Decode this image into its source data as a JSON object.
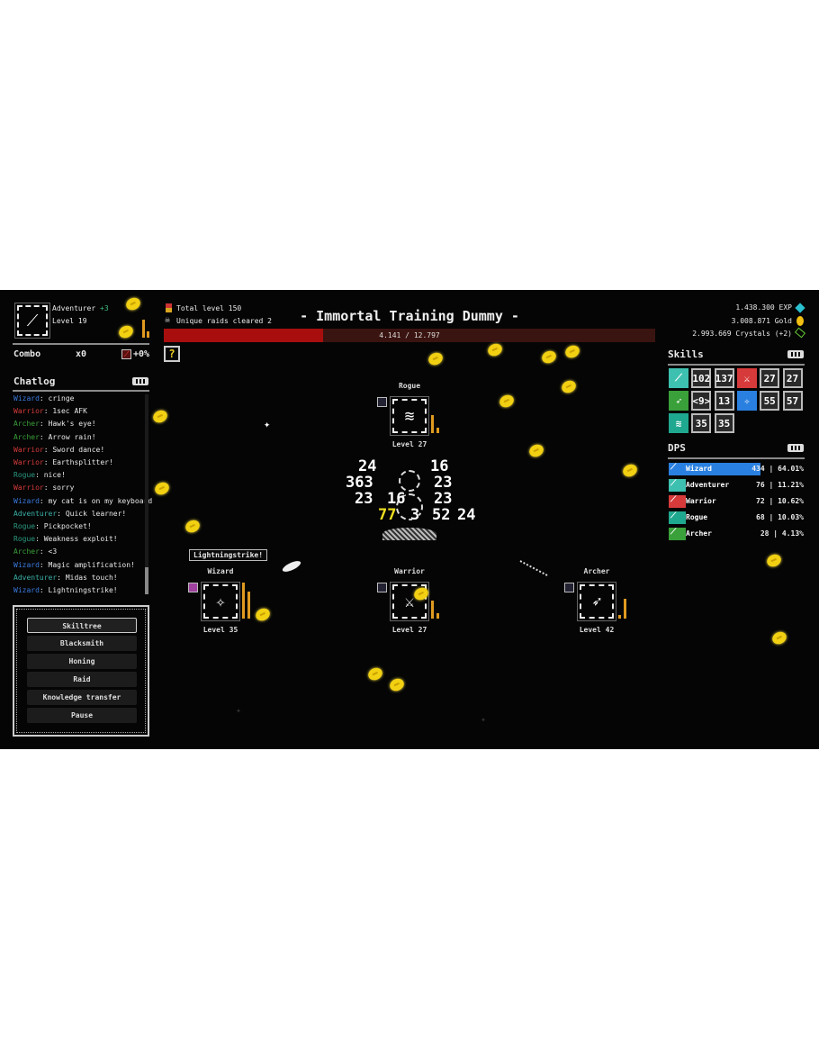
{
  "player": {
    "class": "Adventurer",
    "bonus": "+3",
    "level": "Level 19"
  },
  "combo": {
    "label": "Combo",
    "value": "x0",
    "bonus": "+0%"
  },
  "chatlog": {
    "title": "Chatlog",
    "messages": [
      {
        "who": "Wizard",
        "text": "cringe",
        "color": "#3a7be0"
      },
      {
        "who": "Warrior",
        "text": "1sec AFK",
        "color": "#d63a3a"
      },
      {
        "who": "Archer",
        "text": "Hawk's eye!",
        "color": "#3aa03a"
      },
      {
        "who": "Archer",
        "text": "Arrow rain!",
        "color": "#3aa03a"
      },
      {
        "who": "Warrior",
        "text": "Sword dance!",
        "color": "#d63a3a"
      },
      {
        "who": "Warrior",
        "text": "Earthsplitter!",
        "color": "#d63a3a"
      },
      {
        "who": "Rogue",
        "text": "nice!",
        "color": "#2a9a80"
      },
      {
        "who": "Warrior",
        "text": "sorry",
        "color": "#d63a3a"
      },
      {
        "who": "Wizard",
        "text": "my cat is on my keyboard",
        "color": "#3a7be0"
      },
      {
        "who": "Adventurer",
        "text": "Quick learner!",
        "color": "#3ab0a8"
      },
      {
        "who": "Rogue",
        "text": "Pickpocket!",
        "color": "#2a9a80"
      },
      {
        "who": "Rogue",
        "text": "Weakness exploit!",
        "color": "#2a9a80"
      },
      {
        "who": "Archer",
        "text": "<3",
        "color": "#3aa03a"
      },
      {
        "who": "Wizard",
        "text": "Magic amplification!",
        "color": "#3a7be0"
      },
      {
        "who": "Adventurer",
        "text": "Midas touch!",
        "color": "#3ab0a8"
      },
      {
        "who": "Wizard",
        "text": "Lightningstrike!",
        "color": "#3a7be0"
      }
    ]
  },
  "menu": {
    "buttons": [
      "Skilltree",
      "Blacksmith",
      "Honing",
      "Raid",
      "Knowledge transfer",
      "Pause"
    ]
  },
  "stats": {
    "total_level": "Total level 150",
    "raids": "Unique raids cleared 2"
  },
  "boss": {
    "title": "- Immortal Training Dummy -",
    "hp_text": "4.141 / 12.797",
    "hp_current": 4141,
    "hp_max": 12797
  },
  "resources": {
    "exp": "1.438.300 EXP",
    "gold": "3.008.871 Gold",
    "crystals": "2.993.669 Crystals (+2)"
  },
  "skills": {
    "title": "Skills",
    "items": [
      {
        "type": "icon",
        "icon": "adventurer-skill-icon",
        "color": "#3ec0b0",
        "glyph": "⟋"
      },
      {
        "type": "cd",
        "text": "102"
      },
      {
        "type": "cd",
        "text": "137"
      },
      {
        "type": "icon",
        "icon": "warrior-sword-icon",
        "color": "#d63a3a",
        "glyph": "⚔"
      },
      {
        "type": "cd",
        "text": "27"
      },
      {
        "type": "cd",
        "text": "27"
      },
      {
        "type": "icon",
        "icon": "archer-bow-icon",
        "color": "#3aa03a",
        "glyph": "➶"
      },
      {
        "type": "cd",
        "text": "<9>"
      },
      {
        "type": "cd",
        "text": "13"
      },
      {
        "type": "icon",
        "icon": "wizard-staff-icon",
        "color": "#2a80e0",
        "glyph": "✧"
      },
      {
        "type": "cd",
        "text": "55"
      },
      {
        "type": "cd",
        "text": "57"
      },
      {
        "type": "icon",
        "icon": "rogue-claw-icon",
        "color": "#1fa890",
        "glyph": "≋"
      },
      {
        "type": "cd",
        "text": "35"
      },
      {
        "type": "cd",
        "text": "35"
      }
    ]
  },
  "dps": {
    "title": "DPS",
    "rows": [
      {
        "name": "Wizard",
        "value": "434 | 64.01%",
        "pct": 64.01,
        "color": "#2a80e0"
      },
      {
        "name": "Adventurer",
        "value": "76 | 11.21%",
        "pct": 11.21,
        "color": "#3ec0b0"
      },
      {
        "name": "Warrior",
        "value": "72 | 10.62%",
        "pct": 10.62,
        "color": "#d63a3a"
      },
      {
        "name": "Rogue",
        "value": "68 | 10.03%",
        "pct": 10.03,
        "color": "#1fa890"
      },
      {
        "name": "Archer",
        "value": "28 | 4.13%",
        "pct": 4.13,
        "color": "#3aa03a"
      }
    ]
  },
  "party": [
    {
      "name": "Rogue",
      "level": "Level 27",
      "glyph": "≋"
    },
    {
      "name": "Wizard",
      "level": "Level 35",
      "glyph": "✧"
    },
    {
      "name": "Warrior",
      "level": "Level 27",
      "glyph": "⚔"
    },
    {
      "name": "Archer",
      "level": "Level 42",
      "glyph": "➶"
    }
  ],
  "tooltip": "Lightningstrike!",
  "damage_numbers": [
    "24",
    "16",
    "363",
    "23",
    "23",
    "16",
    "23",
    "77",
    "52",
    "24",
    "3"
  ],
  "colors": {
    "hp_fill": "#a80e0e",
    "hp_bg": "#3a1410",
    "coin": "#f2d012",
    "crit": "#f0e020"
  }
}
